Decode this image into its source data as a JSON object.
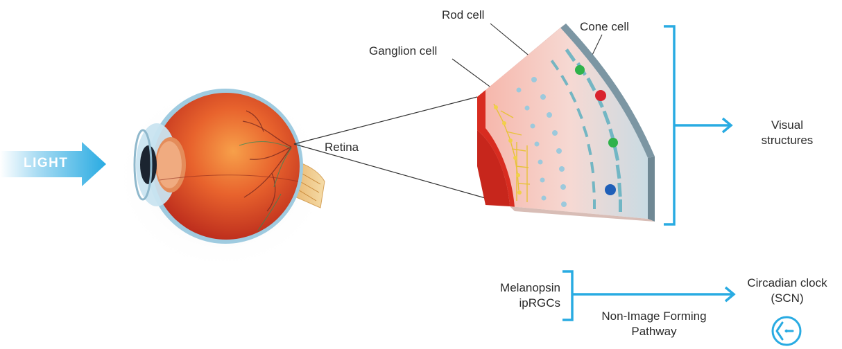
{
  "light_label": "LIGHT",
  "labels": {
    "rod_cell": "Rod cell",
    "cone_cell": "Cone cell",
    "ganglion_cell": "Ganglion cell",
    "retina": "Retina",
    "visual_line1": "Visual",
    "visual_line2": "structures",
    "melanopsin_line1": "Melanopsin",
    "melanopsin_line2": "ipRGCs",
    "pathway_line1": "Non-Image Forming",
    "pathway_line2": "Pathway",
    "clock_line1": "Circadian clock",
    "clock_line2": "(SCN)"
  },
  "colors": {
    "accent_blue": "#29abe2",
    "light_arrow": "#29abe2",
    "eye_red": "#d9452b",
    "retina_pink": "#f4b6b0",
    "cone_green": "#2fb24a",
    "cone_red": "#d9232e",
    "cone_blue": "#1f5fb8"
  },
  "icons": {
    "clock": "clock-icon",
    "arrow": "arrow-right-icon"
  }
}
